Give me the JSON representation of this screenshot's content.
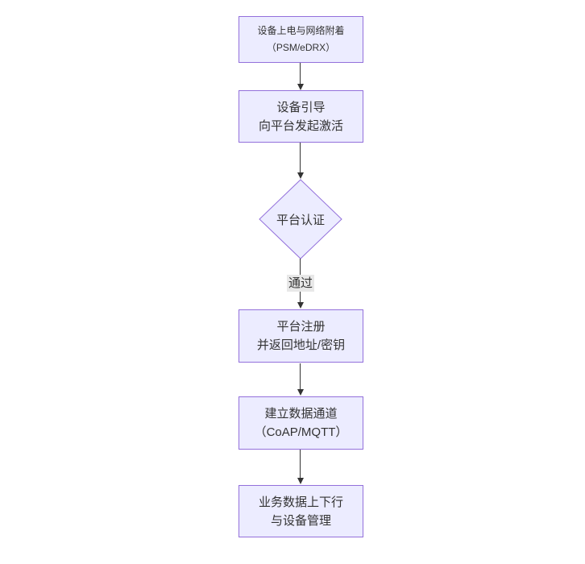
{
  "diagram": {
    "type": "flowchart",
    "direction": "top-down",
    "nodes": [
      {
        "id": "power-attach",
        "shape": "rect",
        "lines": [
          "设备上电与网络附着",
          "（PSM/eDRX）"
        ]
      },
      {
        "id": "bootstrap",
        "shape": "rect",
        "lines": [
          "设备引导",
          "向平台发起激活"
        ]
      },
      {
        "id": "platform-auth",
        "shape": "diamond",
        "lines": [
          "平台认证"
        ]
      },
      {
        "id": "register",
        "shape": "rect",
        "lines": [
          "平台注册",
          "并返回地址/密钥"
        ]
      },
      {
        "id": "data-channel",
        "shape": "rect",
        "lines": [
          "建立数据通道",
          "（CoAP/MQTT）"
        ]
      },
      {
        "id": "business",
        "shape": "rect",
        "lines": [
          "业务数据上下行",
          "与设备管理"
        ]
      }
    ],
    "edges": [
      {
        "from": "power-attach",
        "to": "bootstrap",
        "label": ""
      },
      {
        "from": "bootstrap",
        "to": "platform-auth",
        "label": ""
      },
      {
        "from": "platform-auth",
        "to": "register",
        "label": "通过"
      },
      {
        "from": "register",
        "to": "data-channel",
        "label": ""
      },
      {
        "from": "data-channel",
        "to": "business",
        "label": ""
      }
    ],
    "colors": {
      "node_fill": "#ECECFF",
      "node_border": "#9370DB",
      "edge_line": "#333333",
      "text": "#333333",
      "edge_label_bg": "#E8E8E8",
      "background": "#FFFFFF"
    }
  }
}
